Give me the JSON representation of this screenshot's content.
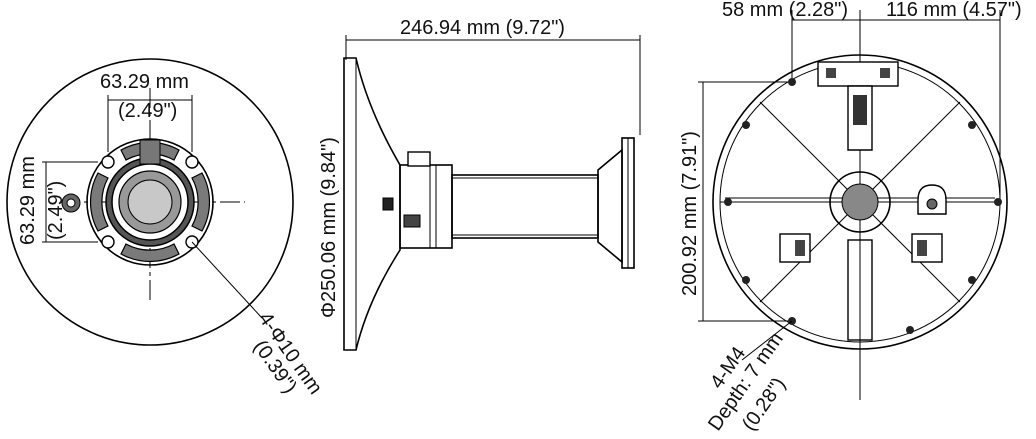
{
  "front_view": {
    "width_mm": "63.29 mm",
    "width_in": "(2.49\")",
    "height_mm": "63.29 mm",
    "height_in": "(2.49\")",
    "holes_label": "4-Φ10 mm",
    "holes_in": "(0.39\")"
  },
  "side_view": {
    "length": "246.94 mm (9.72\")",
    "diameter": "Φ250.06 mm (9.84\")"
  },
  "rear_view": {
    "offset_left": "58 mm (2.28\")",
    "offset_right": "116 mm (4.57\")",
    "height": "200.92 mm (7.91\")",
    "thread_label": "4-M4",
    "depth_label": "Depth: 7 mm",
    "depth_in": "(0.28\")"
  }
}
